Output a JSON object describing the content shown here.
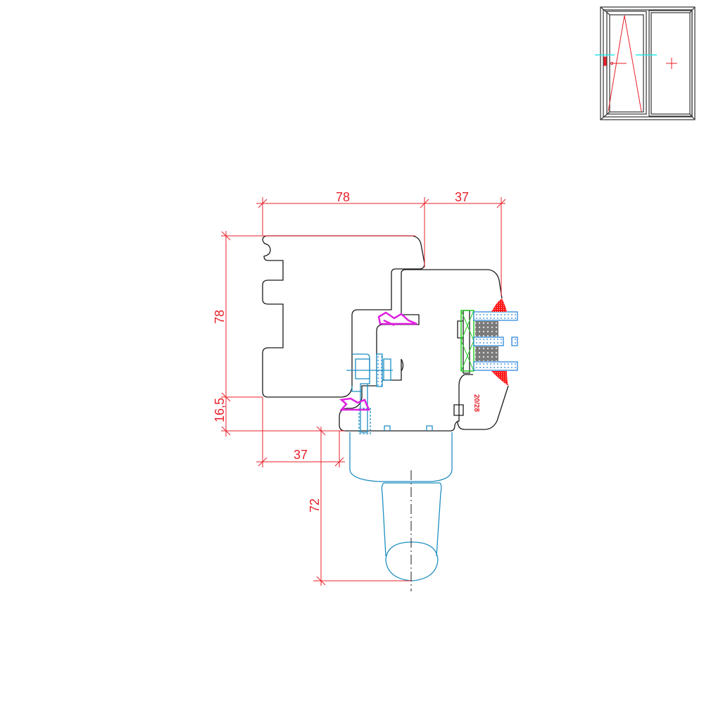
{
  "drawing": {
    "dimensions": {
      "frame_width": "78",
      "sash_glass": "37",
      "frame_height": "78",
      "overlap": "16,5",
      "handle_offset": "37",
      "handle_length": "72"
    },
    "glazing_label": "20/28"
  },
  "colors": {
    "outline": "#1a1a1a",
    "dimension": "#e8202a",
    "hardware": "#1f8fc2",
    "gasket": "#e020e0",
    "spacer": "#22cc22",
    "glass": "#1e7fd8",
    "sealant": "#ff1a1a"
  }
}
